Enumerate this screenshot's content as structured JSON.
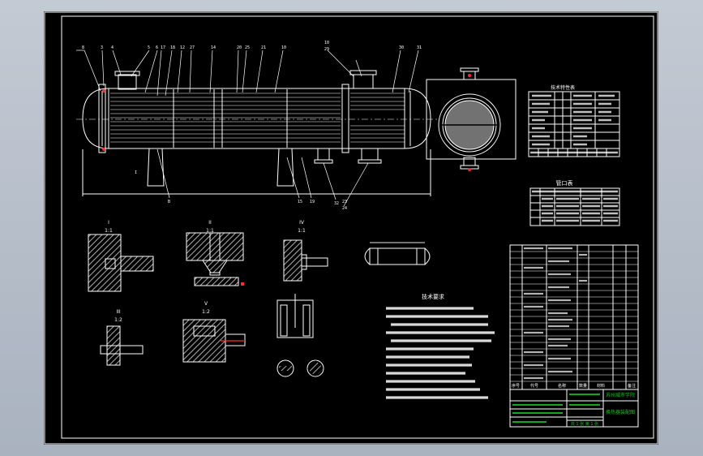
{
  "colors": {
    "canvas": "#000000",
    "line": "#ffffff",
    "accent_red": "#ff2a2a",
    "accent_green": "#19c41d",
    "hatch": "#d8d8d8",
    "background": "#b7bfcb"
  },
  "main_view": {
    "callouts_top": [
      "8",
      "3",
      "4",
      "5",
      "6",
      "17",
      "18",
      "12",
      "27",
      "14",
      "20",
      "25",
      "21",
      "10",
      "10",
      "29",
      "30",
      "31"
    ],
    "callouts_bottom": [
      "B",
      "15",
      "19",
      "32",
      "23",
      "24"
    ],
    "section_marker": "I"
  },
  "section_views": {
    "I": {
      "title": "I",
      "scale": "1:1"
    },
    "II": {
      "title": "II",
      "scale": "1:1"
    },
    "IV": {
      "title": "IV",
      "scale": "1:1"
    },
    "III": {
      "title": "III",
      "scale": "1:2"
    },
    "V": {
      "title": "V",
      "scale": "1:2"
    }
  },
  "tables": {
    "tech_title": "技术特性表",
    "nozzle_title": "管口表",
    "notes_title": "技术要求"
  },
  "title_block": {
    "school": "苏州城市学院",
    "drawing_name": "换热器装配图",
    "columns": [
      "序号",
      "代号",
      "名称",
      "数量",
      "材料",
      "备注"
    ],
    "sheet": "共 1 张  第 1 张"
  }
}
